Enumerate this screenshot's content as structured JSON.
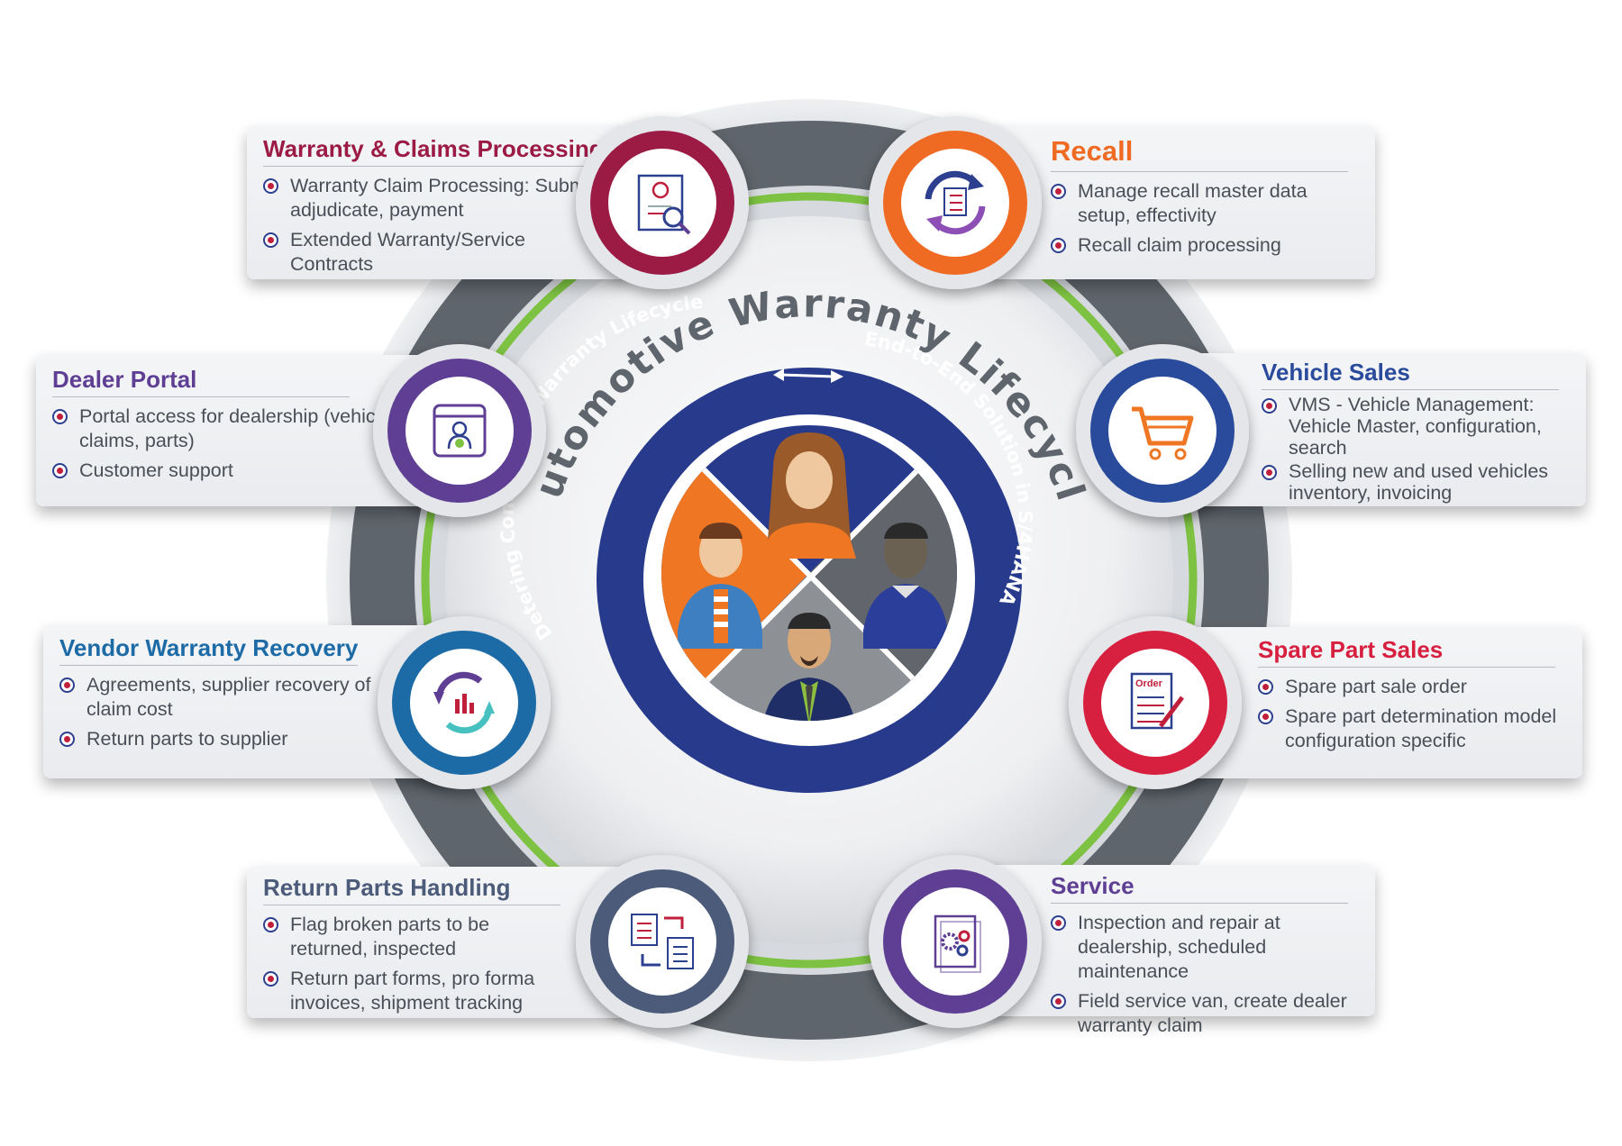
{
  "diagram": {
    "title": "Automotive Warranty Lifecycle",
    "inner_left": "Detering Consulting's Warranty Lifecycle",
    "inner_right": "End-to-End Solution in S/4HANA"
  },
  "colors": {
    "ring_dark": "#5f656c",
    "ring_green": "#7dc242",
    "inner_blue": "#273a8c",
    "orange": "#ef7622",
    "slate": "#6d7074",
    "text": "#4a4f57"
  },
  "modules": [
    {
      "id": "warranty-claims",
      "title": "Warranty & Claims Processing",
      "color": "#9b1b45",
      "icon": "certificate-search-icon",
      "items": [
        "Warranty Claim Processing: Submit, adjudicate, payment",
        "Extended Warranty/Service Contracts"
      ]
    },
    {
      "id": "recall",
      "title": "Recall",
      "color": "#ef6b24",
      "icon": "recall-cycle-icon",
      "items": [
        "Manage recall master data setup, effectivity",
        "Recall claim processing"
      ]
    },
    {
      "id": "dealer-portal",
      "title": "Dealer Portal",
      "color": "#5f3f94",
      "icon": "portal-user-icon",
      "items": [
        "Portal access for dealership (vehicles, claims, parts)",
        "Customer support"
      ]
    },
    {
      "id": "vehicle-sales",
      "title": "Vehicle Sales",
      "color": "#2a4b9c",
      "icon": "shopping-cart-icon",
      "items": [
        "VMS - Vehicle Management: Vehicle Master, configuration, search",
        "Selling new and used vehicles inventory, invoicing"
      ]
    },
    {
      "id": "vendor-recovery",
      "title": "Vendor Warranty Recovery",
      "color": "#1d6ba6",
      "icon": "recovery-cycle-icon",
      "items": [
        "Agreements, supplier recovery of claim cost",
        "Return parts to supplier"
      ]
    },
    {
      "id": "spare-part-sales",
      "title": "Spare Part Sales",
      "color": "#d7203f",
      "icon": "order-form-icon",
      "icon_text": "Order",
      "items": [
        "Spare part sale order",
        "Spare part determination model configuration specific"
      ]
    },
    {
      "id": "return-parts",
      "title": "Return Parts Handling",
      "color": "#4b5b79",
      "icon": "document-exchange-icon",
      "items": [
        "Flag broken parts to be returned, inspected",
        "Return part forms, pro forma invoices, shipment tracking"
      ]
    },
    {
      "id": "service",
      "title": "Service",
      "color": "#5f3f94",
      "icon": "service-gears-icon",
      "items": [
        "Inspection and repair at dealership, scheduled maintenance",
        "Field service van, create dealer warranty claim"
      ]
    }
  ]
}
